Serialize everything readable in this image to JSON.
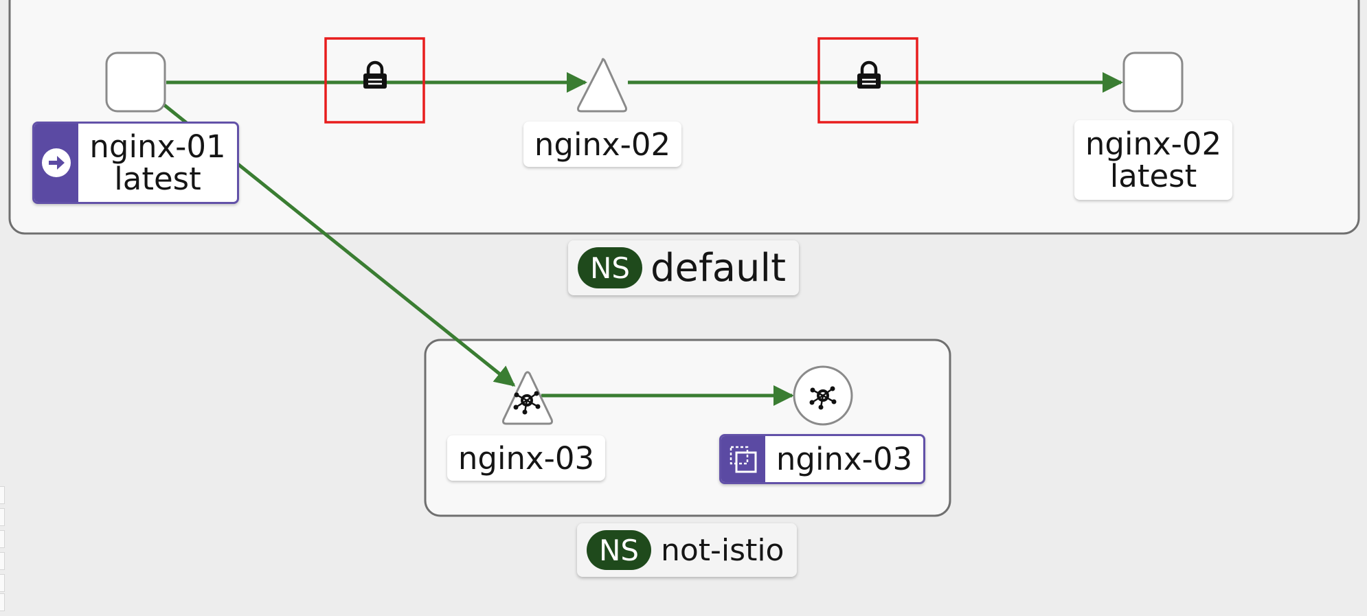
{
  "namespaces": {
    "default": {
      "badge": "NS",
      "name": "default"
    },
    "not_istio": {
      "badge": "NS",
      "name": "not-istio"
    }
  },
  "nodes": {
    "nginx01_app": {
      "line1": "nginx-01",
      "line2": "latest",
      "badge_icon": "arrow-right-icon"
    },
    "nginx02_service": {
      "line1": "nginx-02"
    },
    "nginx02_workload": {
      "line1": "nginx-02",
      "line2": "latest"
    },
    "nginx03_service": {
      "line1": "nginx-03"
    },
    "nginx03_workload": {
      "line1": "nginx-03",
      "badge_icon": "workload-box-icon"
    }
  },
  "colors": {
    "edge": "#3a7d32",
    "lock_highlight": "#e81d1d",
    "badge": "#5b4aa3",
    "ns_pill": "#1f4a1c"
  }
}
